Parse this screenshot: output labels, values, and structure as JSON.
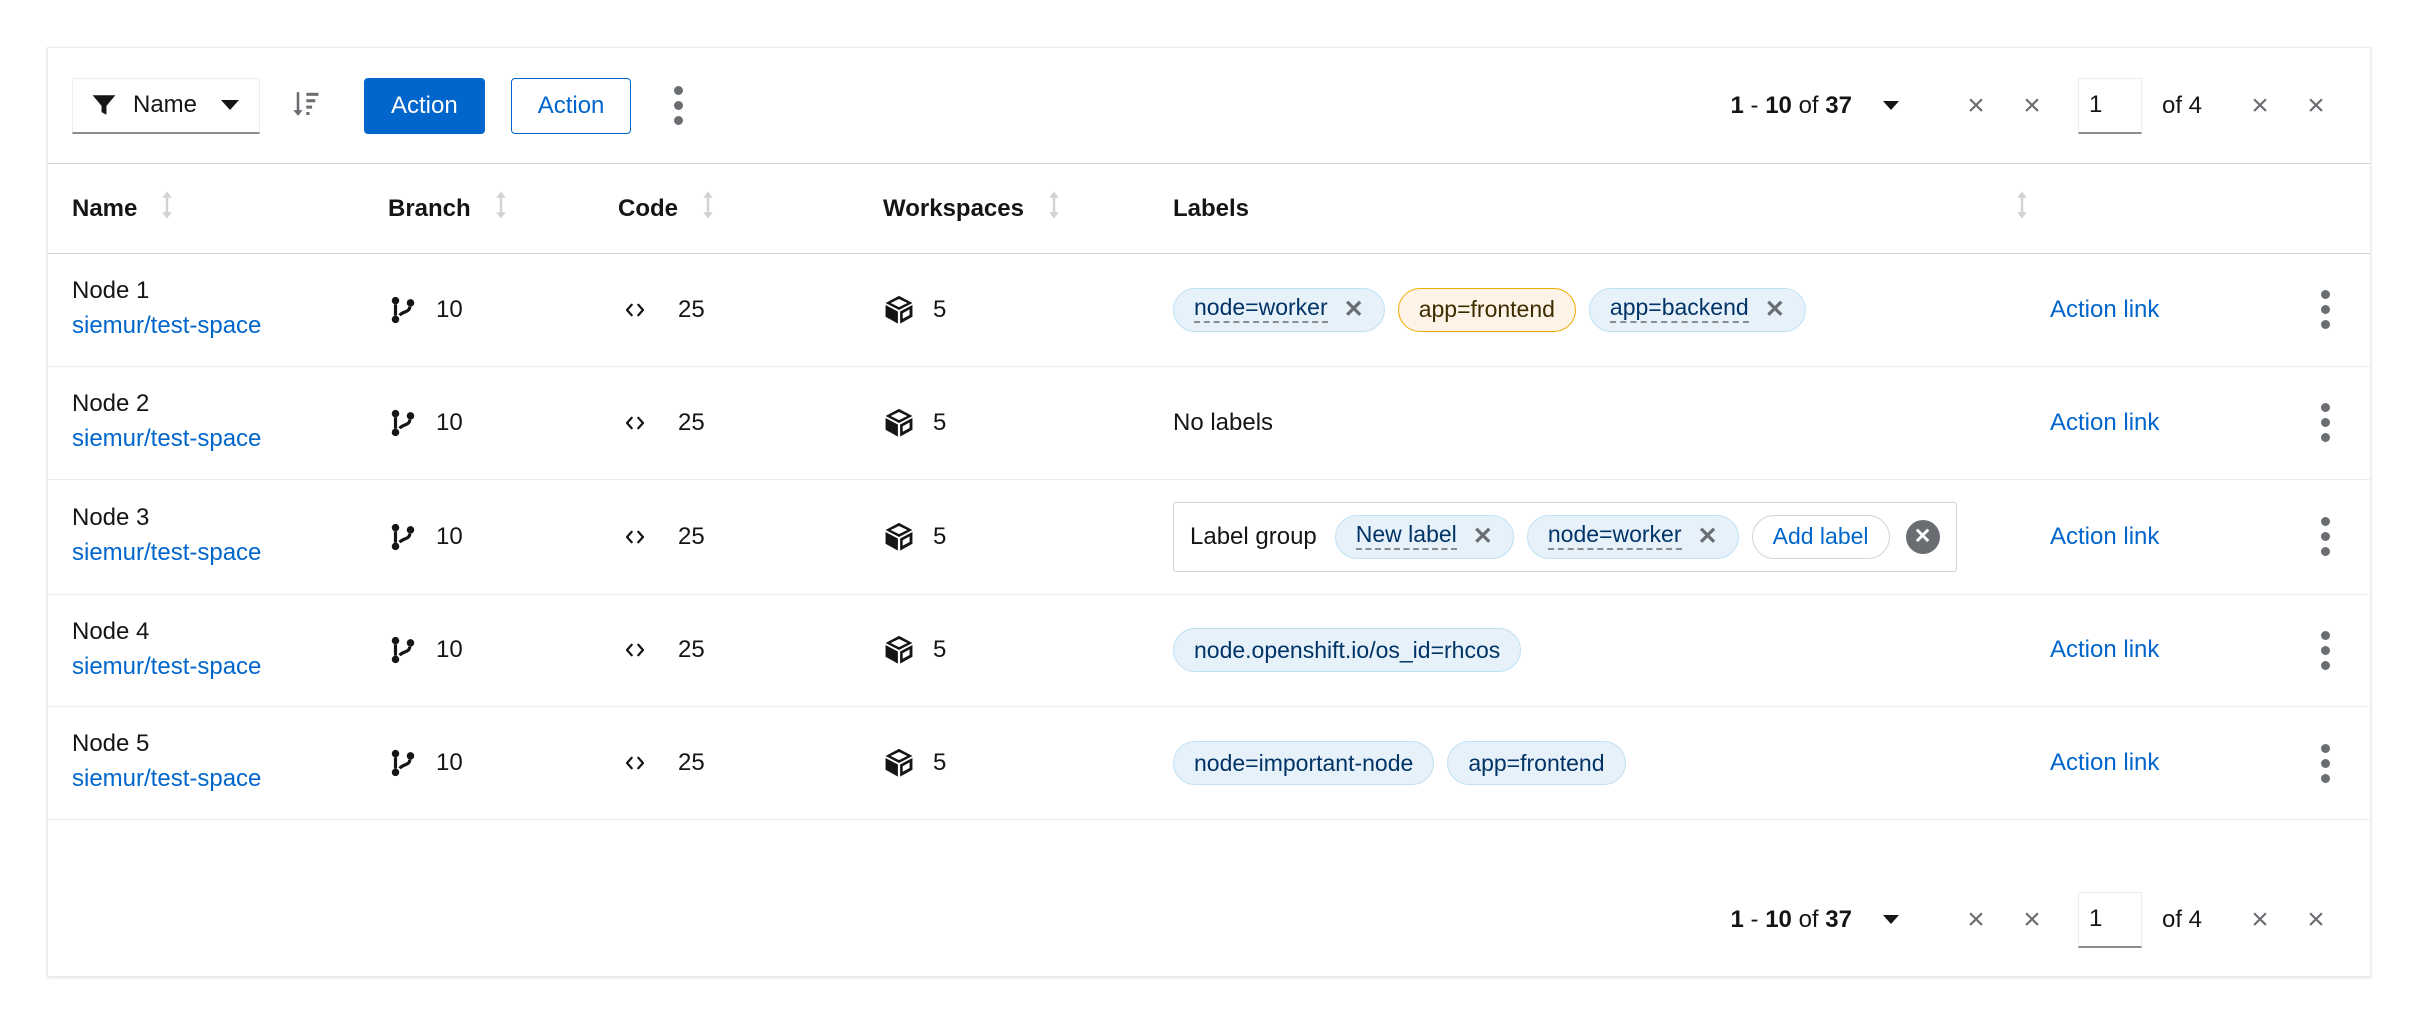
{
  "toolbar": {
    "filter": {
      "icon": "funnel-icon",
      "label": "Name",
      "caret": "chevron-down-icon"
    },
    "sort_icon": "sort-amount-down-icon",
    "primary_action": "Action",
    "secondary_action": "Action",
    "kebab_icon": "kebab-vertical-icon"
  },
  "pagination": {
    "range_start": "1",
    "range_sep": " - ",
    "range_end": "10",
    "of_word": " of ",
    "total": "37",
    "options_caret": "chevron-down-icon",
    "first_label": "×",
    "prev_label": "×",
    "page_value": "1",
    "page_of": "of 4",
    "next_label": "×",
    "last_label": "×"
  },
  "table": {
    "columns": [
      {
        "label": "Name",
        "sort_icon": "sort-arrows-icon"
      },
      {
        "label": "Branch",
        "sort_icon": "sort-arrows-icon"
      },
      {
        "label": "Code",
        "sort_icon": "sort-arrows-icon"
      },
      {
        "label": "Workspaces",
        "sort_icon": "sort-arrows-icon"
      },
      {
        "label": "Labels",
        "sort_icon": "sort-arrows-icon"
      }
    ],
    "rows": [
      {
        "name": "Node 1",
        "repo": "siemur/test-space",
        "branch_icon": "code-branch-icon",
        "branch": "10",
        "code_icon": "code-icon",
        "code": "25",
        "workspaces_icon": "cube-icon",
        "workspaces": "5",
        "labels_kind": "chips",
        "labels": [
          {
            "text": "node=worker",
            "color": "blue",
            "editable": true,
            "closable": true
          },
          {
            "text": "app=frontend",
            "color": "orange",
            "editable": false,
            "closable": false
          },
          {
            "text": "app=backend",
            "color": "blue",
            "editable": true,
            "closable": true
          }
        ],
        "action_link": "Action link",
        "kebab_icon": "kebab-vertical-icon"
      },
      {
        "name": "Node 2",
        "repo": "siemur/test-space",
        "branch_icon": "code-branch-icon",
        "branch": "10",
        "code_icon": "code-icon",
        "code": "25",
        "workspaces_icon": "cube-icon",
        "workspaces": "5",
        "labels_kind": "empty",
        "empty_text": "No labels",
        "labels": [],
        "action_link": "Action link",
        "kebab_icon": "kebab-vertical-icon"
      },
      {
        "name": "Node 3",
        "repo": "siemur/test-space",
        "branch_icon": "code-branch-icon",
        "branch": "10",
        "code_icon": "code-icon",
        "code": "25",
        "workspaces_icon": "cube-icon",
        "workspaces": "5",
        "labels_kind": "group",
        "group_title": "Label group",
        "add_label": "Add label",
        "close_all_label": "✕",
        "labels": [
          {
            "text": "New label",
            "color": "blue",
            "editable": true,
            "closable": true
          },
          {
            "text": "node=worker",
            "color": "blue",
            "editable": true,
            "closable": true
          }
        ],
        "action_link": "Action link",
        "kebab_icon": "kebab-vertical-icon"
      },
      {
        "name": "Node 4",
        "repo": "siemur/test-space",
        "branch_icon": "code-branch-icon",
        "branch": "10",
        "code_icon": "code-icon",
        "code": "25",
        "workspaces_icon": "cube-icon",
        "workspaces": "5",
        "labels_kind": "chips",
        "labels": [
          {
            "text": "node.openshift.io/os_id=rhcos",
            "color": "blue",
            "editable": false,
            "closable": false
          }
        ],
        "action_link": "Action link",
        "kebab_icon": "kebab-vertical-icon"
      },
      {
        "name": "Node 5",
        "repo": "siemur/test-space",
        "branch_icon": "code-branch-icon",
        "branch": "10",
        "code_icon": "code-icon",
        "code": "25",
        "workspaces_icon": "cube-icon",
        "workspaces": "5",
        "labels_kind": "chips",
        "labels": [
          {
            "text": "node=important-node",
            "color": "blue",
            "editable": false,
            "closable": false
          },
          {
            "text": "app=frontend",
            "color": "blue",
            "editable": false,
            "closable": false
          }
        ],
        "action_link": "Action link",
        "kebab_icon": "kebab-vertical-icon"
      }
    ]
  },
  "colors": {
    "primary": "#0066cc",
    "link": "#0066cc",
    "chip_blue_bg": "#e7f1fa",
    "chip_blue_border": "#bee1f4",
    "chip_orange_bg": "#fdf3e6",
    "chip_orange_border": "#f0ab00",
    "text": "#151515",
    "muted": "#6a6e73",
    "border": "#d2d2d2"
  }
}
